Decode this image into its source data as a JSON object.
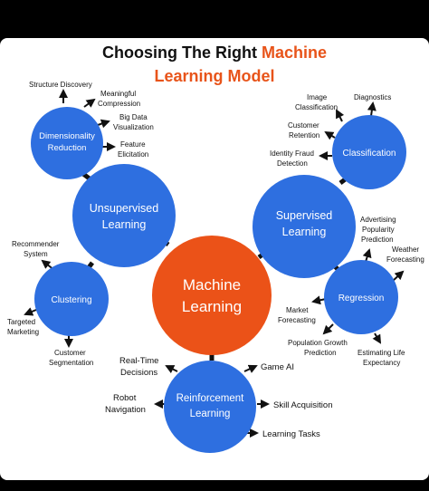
{
  "title": {
    "part1": "Choosing The Right ",
    "accent": "Machine",
    "line2": "Learning Model"
  },
  "colors": {
    "blue": "#2E6FE0",
    "orange": "#EB5218",
    "accent_text": "#E8541A"
  },
  "center": {
    "line1": "Machine",
    "line2": "Learning"
  },
  "unsupervised": {
    "line1": "Unsupervised",
    "line2": "Learning"
  },
  "supervised": {
    "line1": "Supervised",
    "line2": "Learning"
  },
  "reinforcement": {
    "line1": "Reinforcement",
    "line2": "Learning"
  },
  "dimensionality": {
    "line1": "Dimensionality",
    "line2": "Reduction",
    "outputs": {
      "structure": "Structure Discovery",
      "meaningful1": "Meaningful",
      "meaningful2": "Compression",
      "bigdata1": "Big Data",
      "bigdata2": "Visualization",
      "feature1": "Feature",
      "feature2": "Elicitation"
    }
  },
  "clustering": {
    "label": "Clustering",
    "outputs": {
      "recommender1": "Recommender",
      "recommender2": "System",
      "targeted1": "Targeted",
      "targeted2": "Marketing",
      "customer1": "Customer",
      "customer2": "Segmentation"
    }
  },
  "classification": {
    "label": "Classification",
    "outputs": {
      "image1": "Image",
      "image2": "Classification",
      "diagnostics": "Diagnostics",
      "retention1": "Customer",
      "retention2": "Retention",
      "fraud1": "Identity Fraud",
      "fraud2": "Detection"
    }
  },
  "regression": {
    "label": "Regression",
    "outputs": {
      "advertising1": "Advertising",
      "advertising2": "Popularity",
      "advertising3": "Prediction",
      "weather1": "Weather",
      "weather2": "Forecasting",
      "market1": "Market",
      "market2": "Forecasting",
      "population1": "Population Growth",
      "population2": "Prediction",
      "life1": "Estimating Life",
      "life2": "Expectancy"
    }
  },
  "reinforcement_outputs": {
    "realtime1": "Real-Time",
    "realtime2": "Decisions",
    "gameai": "Game AI",
    "robot1": "Robot",
    "robot2": "Navigation",
    "skill": "Skill Acquisition",
    "tasks": "Learning Tasks"
  }
}
